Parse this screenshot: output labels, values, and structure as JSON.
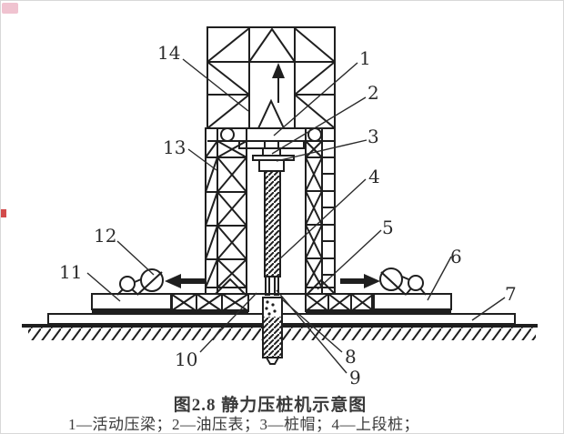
{
  "figure": {
    "caption_title": "图2.8 静力压桩机示意图",
    "caption_legend": "1—活动压梁；2—油压表；3—桩帽；4—上段桩；"
  },
  "callouts": {
    "c1": "1",
    "c2": "2",
    "c3": "3",
    "c4": "4",
    "c5": "5",
    "c6": "6",
    "c7": "7",
    "c8": "8",
    "c9": "9",
    "c10": "10",
    "c11": "11",
    "c12": "12",
    "c13": "13",
    "c14": "14"
  },
  "colors": {
    "line": "#1f1f1f",
    "background": "#ffffff"
  }
}
